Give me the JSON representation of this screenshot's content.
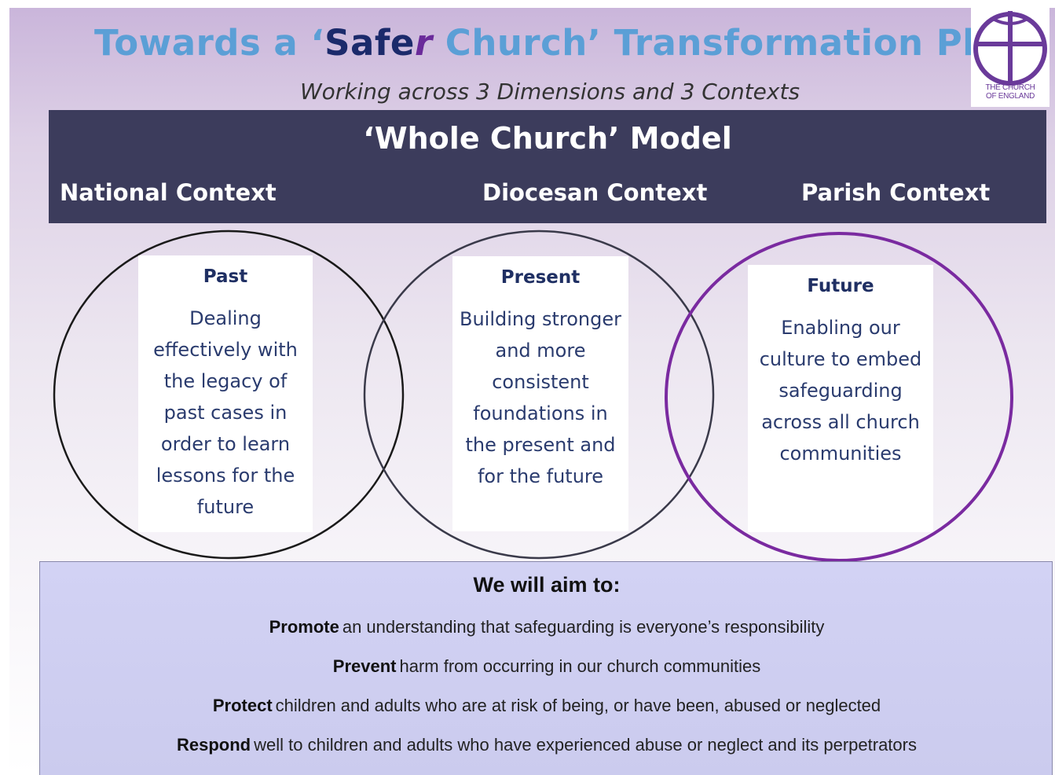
{
  "header": {
    "title_prefix": "Towards a ‘",
    "title_safe": "Safe",
    "title_r": "r",
    "title_suffix": " Church’ Transformation Plan",
    "subtitle": "Working across 3 Dimensions and 3 Contexts",
    "logo_text_line1": "THE CHURCH",
    "logo_text_line2": "OF ENGLAND"
  },
  "banner": {
    "title": "‘Whole Church’ Model",
    "contexts": [
      "National Context",
      "Diocesan Context",
      "Parish Context"
    ]
  },
  "dimensions": [
    {
      "heading": "Past",
      "text": "Dealing effectively with the legacy of past cases in order to learn lessons for the future"
    },
    {
      "heading": "Present",
      "text": "Building stronger and more consistent foundations in the present and for the future"
    },
    {
      "heading": "Future",
      "text": "Enabling our culture to embed safeguarding across all church communities"
    }
  ],
  "aims": {
    "heading": "We will  aim to:",
    "items": [
      {
        "verb": "Promote",
        "text": "an understanding that safeguarding is everyone’s responsibility"
      },
      {
        "verb": "Prevent",
        "text": "harm from occurring in our church communities"
      },
      {
        "verb": "Protect",
        "text": "children and adults who are at risk of being, or have been, abused or neglected"
      },
      {
        "verb": "Respond",
        "text": "well to children and adults who have experienced abuse or neglect and its perpetrators"
      }
    ]
  },
  "colors": {
    "title_blue": "#5b9fd6",
    "title_navy": "#1b2a6b",
    "accent_purple": "#6a2a9a",
    "banner": "#3c3c5c",
    "aims_panel": "#d2d2f4"
  }
}
